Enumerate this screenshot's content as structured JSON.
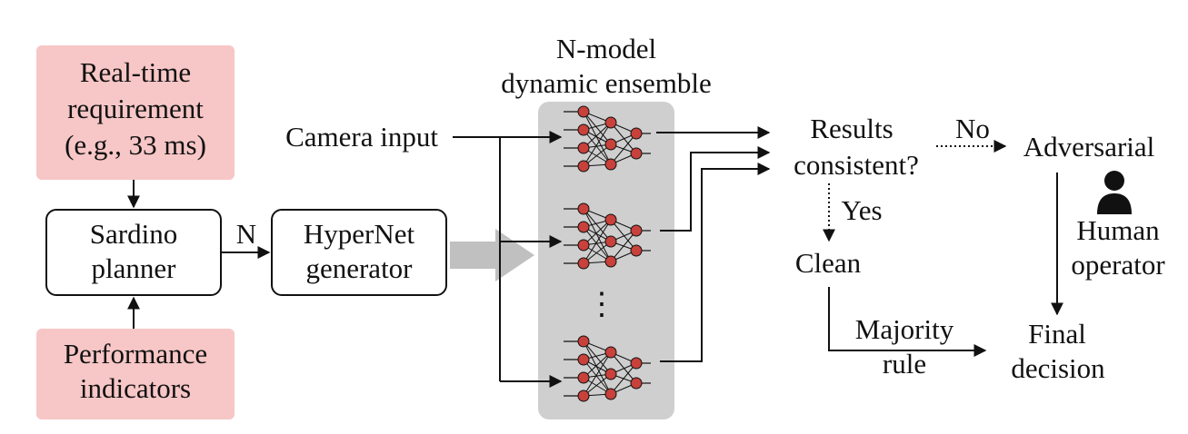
{
  "requirement": {
    "line1": "Real-time",
    "line2": "requirement",
    "line3": "(e.g., 33 ms)"
  },
  "performance": {
    "line1": "Performance",
    "line2": "indicators"
  },
  "planner": {
    "line1": "Sardino",
    "line2": "planner"
  },
  "planner_edge_label": "N",
  "hypernet": {
    "line1": "HyperNet",
    "line2": "generator"
  },
  "camera_input": "Camera input",
  "ensemble_title": {
    "line1": "N-model",
    "line2": "dynamic ensemble"
  },
  "consistency_check": {
    "line1": "Results",
    "line2": "consistent?"
  },
  "no_label": "No",
  "yes_label": "Yes",
  "adversarial": "Adversarial",
  "clean": "Clean",
  "human_operator": {
    "line1": "Human",
    "line2": "operator"
  },
  "majority_rule": {
    "line1": "Majority",
    "line2": "rule"
  },
  "final_decision": {
    "line1": "Final",
    "line2": "decision"
  },
  "ellipsis": "⋮",
  "colors": {
    "pink": "#f7c6c6",
    "grey_panel": "#cfcfcf",
    "neuron": "#c8413b",
    "arrow": "#111111"
  },
  "icons": [
    "person-icon",
    "neural-network-icon"
  ]
}
